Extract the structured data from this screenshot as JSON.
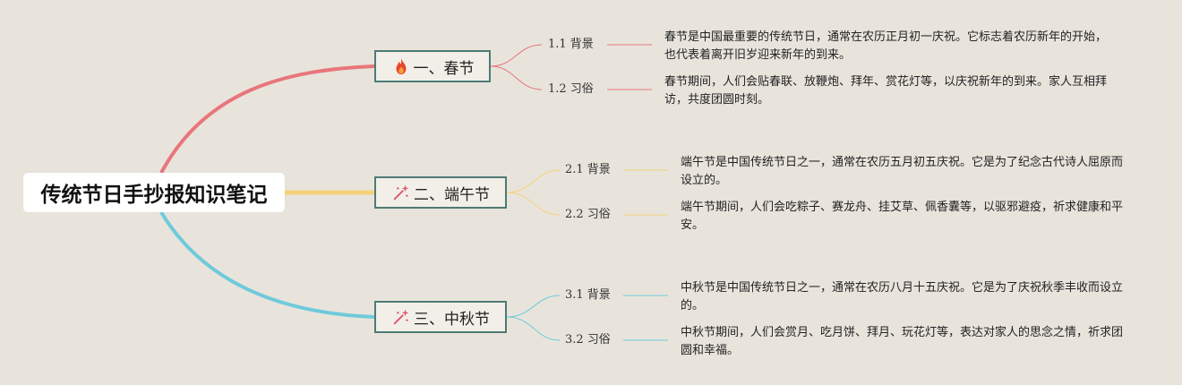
{
  "root": {
    "title": "传统节日手抄报知识笔记"
  },
  "colors": {
    "spring": "#e8767c",
    "dragon": "#f4d27a",
    "mid": "#6fcadb",
    "border": "#4d7a74"
  },
  "branches": [
    {
      "label": "一、春节",
      "icon": "fire-icon",
      "subs": [
        {
          "label": "1.1 背景",
          "text": "春节是中国最重要的传统节日，通常在农历正月初一庆祝。它标志着农历新年的开始，也代表着离开旧岁迎来新年的到来。"
        },
        {
          "label": "1.2 习俗",
          "text": "春节期间，人们会贴春联、放鞭炮、拜年、赏花灯等，以庆祝新年的到来。家人互相拜访，共度团圆时刻。"
        }
      ]
    },
    {
      "label": "二、端午节",
      "icon": "sparkle-icon",
      "subs": [
        {
          "label": "2.1 背景",
          "text": "端午节是中国传统节日之一，通常在农历五月初五庆祝。它是为了纪念古代诗人屈原而设立的。"
        },
        {
          "label": "2.2 习俗",
          "text": "端午节期间，人们会吃粽子、赛龙舟、挂艾草、佩香囊等，以驱邪避疫，祈求健康和平安。"
        }
      ]
    },
    {
      "label": "三、中秋节",
      "icon": "sparkle-icon",
      "subs": [
        {
          "label": "3.1 背景",
          "text": "中秋节是中国传统节日之一，通常在农历八月十五庆祝。它是为了庆祝秋季丰收而设立的。"
        },
        {
          "label": "3.2 习俗",
          "text": "中秋节期间，人们会赏月、吃月饼、拜月、玩花灯等，表达对家人的思念之情，祈求团圆和幸福。"
        }
      ]
    }
  ]
}
